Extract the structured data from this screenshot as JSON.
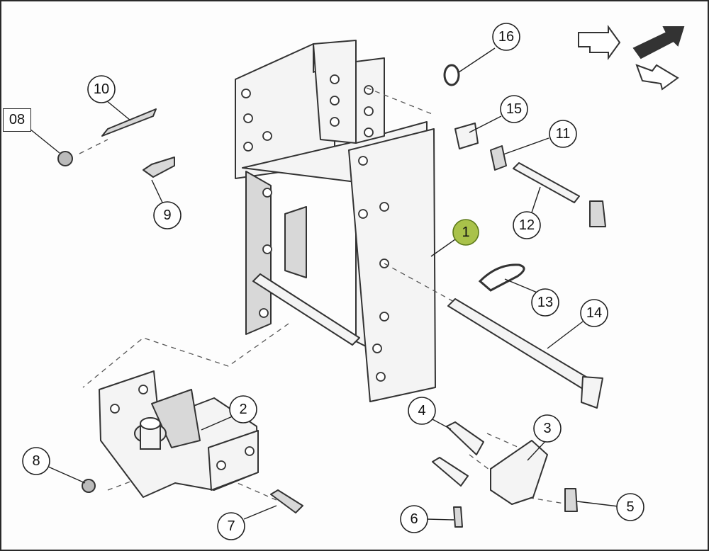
{
  "callouts": {
    "c1": "1",
    "c2": "2",
    "c3": "3",
    "c4": "4",
    "c5": "5",
    "c6": "6",
    "c7": "7",
    "c8": "8",
    "c9": "9",
    "c10": "10",
    "c11": "11",
    "c12": "12",
    "c13": "13",
    "c14": "14",
    "c15": "15",
    "c16": "16"
  },
  "group_label": "08",
  "colors": {
    "highlight": "#a9c24a",
    "outline": "#333333"
  },
  "icons": [
    "orientation-arrows-icon"
  ]
}
